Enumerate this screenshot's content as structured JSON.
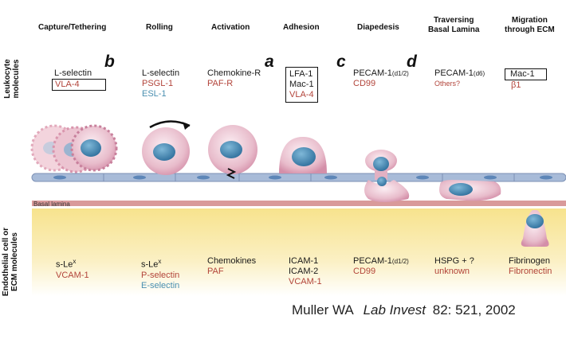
{
  "stages": [
    {
      "title": "Capture/Tethering"
    },
    {
      "title": "Rolling"
    },
    {
      "title": "Activation"
    },
    {
      "title": "Adhesion"
    },
    {
      "title": "Diapedesis"
    },
    {
      "title": "Traversing\nBasal Lamina"
    },
    {
      "title": "Migration\nthrough ECM"
    }
  ],
  "side_labels": {
    "leukocyte": "Leukocyte\nmolecules",
    "endothelial": "Endothelial cell or\nECM molecules"
  },
  "letters": {
    "b": "b",
    "a": "a",
    "c": "c",
    "d": "d"
  },
  "leukocyte_molecules": {
    "capture": {
      "line1": "L-selectin",
      "line2": "VLA-4"
    },
    "rolling": {
      "line1": "L-selectin",
      "line2": "PSGL-1",
      "line3": "ESL-1"
    },
    "activation": {
      "line1": "Chemokine-R",
      "line2": "PAF-R"
    },
    "adhesion": {
      "line1": "LFA-1",
      "line2": "Mac-1",
      "line3": "VLA-4"
    },
    "diapedesis": {
      "line1": "PECAM-1",
      "line1_sub": "(d1/2)",
      "line2": "CD99"
    },
    "traversing": {
      "line1": "PECAM-1",
      "line1_sub": "(d6)",
      "line2": "Others?"
    },
    "migration": {
      "line1": "Mac-1",
      "line2": "β1"
    }
  },
  "endothelial_molecules": {
    "capture": {
      "line1": "s-Le",
      "line1_sup": "x",
      "line2": "VCAM-1"
    },
    "rolling": {
      "line1": "s-Le",
      "line1_sup": "x",
      "line2": "P-selectin",
      "line3": "E-selectin"
    },
    "activation": {
      "line1": "Chemokines",
      "line2": "PAF"
    },
    "adhesion": {
      "line1": "ICAM-1",
      "line2": "ICAM-2",
      "line3": "VCAM-1"
    },
    "diapedesis": {
      "line1": "PECAM-1",
      "line1_sub": "(d1/2)",
      "line2": "CD99"
    },
    "traversing": {
      "line1": "HSPG + ?",
      "line2": "unknown"
    },
    "migration": {
      "line1": "Fibrinogen",
      "line2": "Fibronectin"
    }
  },
  "basal_lamina_label": "Basal lamina",
  "citation": {
    "author": "Muller WA",
    "journal": "Lab Invest",
    "ref": "82: 521, 2002"
  },
  "colors": {
    "black": "#1a1a1a",
    "red": "#b2443a",
    "blue": "#4a8fb0",
    "cell": "#e6b9c8",
    "nucleus": "#4e8eb6",
    "endothelium": "#aabbd6",
    "basal": "#d08a8a",
    "ecm": "#fbeeb0"
  }
}
